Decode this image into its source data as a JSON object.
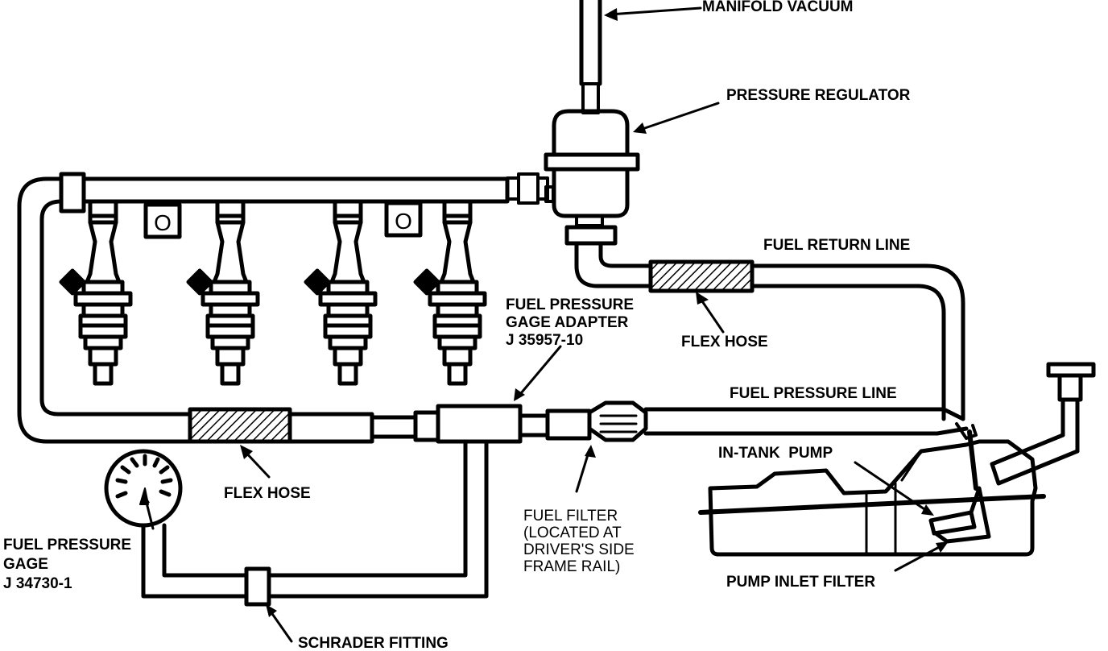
{
  "labels": {
    "manifold_vacuum": "MANIFOLD VACUUM",
    "pressure_regulator": "PRESSURE REGULATOR",
    "fuel_return_line": "FUEL RETURN LINE",
    "flex_hose_return": "FLEX HOSE",
    "fuel_pressure_gage_adapter": [
      "FUEL PRESSURE",
      "GAGE ADAPTER",
      "J 35957-10"
    ],
    "fuel_pressure_line": "FUEL PRESSURE LINE",
    "in_tank_pump": "IN-TANK  PUMP",
    "flex_hose_supply": "FLEX HOSE",
    "fuel_filter": [
      "FUEL FILTER",
      "(LOCATED AT",
      "DRIVER'S SIDE",
      "FRAME RAIL)"
    ],
    "pump_inlet_filter": "PUMP INLET FILTER",
    "fuel_pressure_gage": [
      "FUEL PRESSURE",
      "GAGE",
      "J 34730-1"
    ],
    "schrader_fitting": "SCHRADER FITTING"
  },
  "rail_ports": [
    "O",
    "O"
  ],
  "colors": {
    "ink": "#000000",
    "paper": "#ffffff"
  }
}
